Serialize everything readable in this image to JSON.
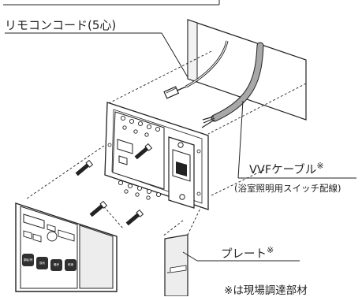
{
  "labels": {
    "remote_cord": "リモコンコード(5心)",
    "vvf_cable": "VVFケーブル",
    "vvf_cable_mark": "※",
    "vvf_cable_note": "(浴室照明用スイッチ配線)",
    "plate": "プレート",
    "plate_mark": "※",
    "note_mark": "※",
    "note_text": "は現場調達部材"
  },
  "remote_buttons": [
    "運転/停止",
    "換気",
    "暖房",
    "乾燥"
  ],
  "colors": {
    "line": "#222222",
    "cable": "#a8a8a8",
    "light_panel": "#ededed",
    "button": "#303030"
  }
}
